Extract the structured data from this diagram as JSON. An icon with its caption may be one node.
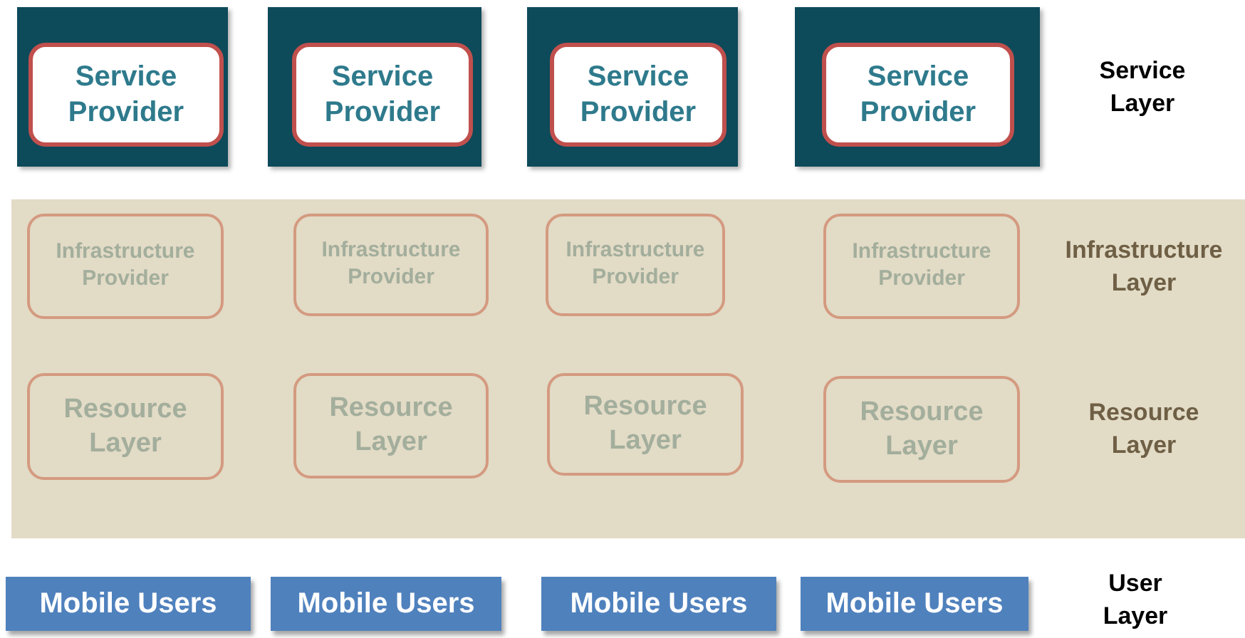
{
  "diagram": {
    "nodes": [
      {
        "text": [],
        "shape": "box"
      },
      {
        "text": [
          "Service Provider"
        ],
        "in": 0
      },
      {
        "text": [],
        "shape": "box"
      },
      {
        "text": [
          "Service Provider"
        ],
        "in": 2
      },
      {
        "text": [],
        "shape": "box"
      },
      {
        "text": [
          "Service Provider"
        ],
        "in": 4
      },
      {
        "text": [],
        "shape": "box"
      },
      {
        "text": [
          "Service Provider"
        ],
        "in": 6
      },
      {
        "text": [],
        "shape": "band"
      },
      {
        "text": [
          "Infrastructure Provider"
        ],
        "in": 8
      },
      {
        "text": [
          "Infrastructure Provider"
        ],
        "in": 8
      },
      {
        "text": [
          "Infrastructure Provider"
        ],
        "in": 8
      },
      {
        "text": [
          "Infrastructure Provider"
        ],
        "in": 8
      },
      {
        "text": [
          "Resource Layer"
        ],
        "in": 8
      },
      {
        "text": [
          "Resource Layer"
        ],
        "in": 8
      },
      {
        "text": [
          "Resource Layer"
        ],
        "in": 8
      },
      {
        "text": [
          "Resource Layer"
        ],
        "in": 8
      },
      {
        "text": [
          "Mobile Users"
        ]
      },
      {
        "text": [
          "Mobile Users"
        ]
      },
      {
        "text": [
          "Mobile Users"
        ]
      },
      {
        "text": [
          "Mobile Users"
        ]
      }
    ],
    "labels": [
      "Service Layer",
      "Infrastructure Layer",
      "Resource Layer",
      "User Layer"
    ]
  }
}
